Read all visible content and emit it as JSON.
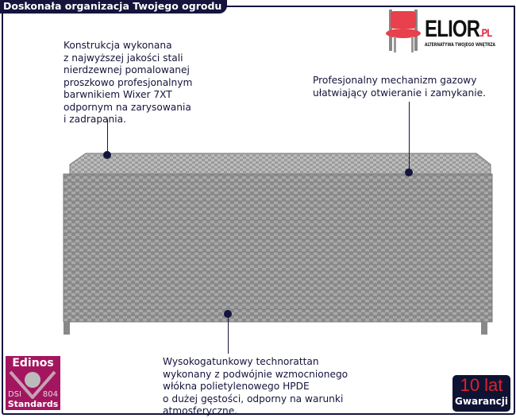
{
  "header": {
    "title": "Doskonała organizacja Twojego ogrodu"
  },
  "logo": {
    "brand": "ELIOR",
    "tld": ".PL",
    "slogan": "ALTERNATYWA TWOJEGO WNĘTRZA"
  },
  "callouts": {
    "steel": "Konstrukcja wykonana\nz najwyższej jakości stali\nnierdzewnej pomalowanej\nproszkowo profesjonalnym\nbarwnikiem Wixer 7XT\nodpornym na zarysowania\ni zadrapania.",
    "gas": "Profesjonalny mechanizm gazowy\nułatwiający otwieranie i zamykanie.",
    "rattan": "Wysokogatunkowy technorattan\nwykonany z podwójnie wzmocnionego\nwłókna polietylenowego HPDE\no dużej gęstości, odporny na warunki\natmosferyczne."
  },
  "badges": {
    "edinos": {
      "top": "Edinos",
      "left": "DSI",
      "right": "804",
      "bottom": "Standards"
    },
    "warranty": {
      "years": "10 lat",
      "label": "Gwarancji"
    }
  },
  "colors": {
    "navy": "#14143c",
    "edinos": "#a3165f",
    "red": "#e0202a"
  }
}
